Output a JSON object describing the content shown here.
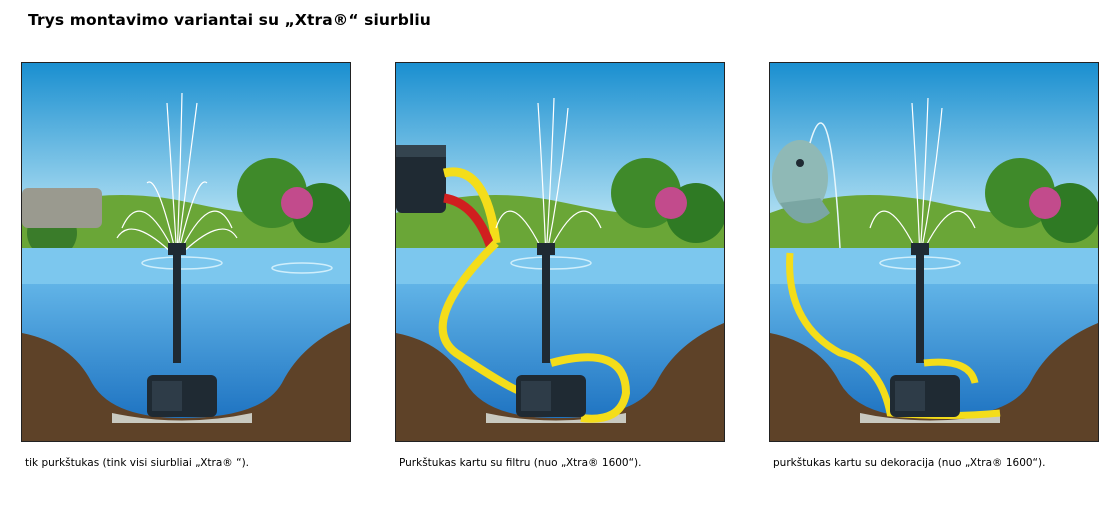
{
  "header": {
    "title": "Trys montavimo variantai su „Xtra®“ siurbliu"
  },
  "panels": [
    {
      "id": "fountain",
      "caption": "tik purkštukas  (tink visi siurbliai „Xtra® “)."
    },
    {
      "id": "filter",
      "caption": "Purkštukas kartu su filtru (nuo „Xtra® 1600“)."
    },
    {
      "id": "decoration",
      "caption": "purkštukas kartu su dekoracija (nuo „Xtra® 1600“)."
    }
  ],
  "colors": {
    "sky_top": "#1a8fd0",
    "sky_bottom": "#bfe6f7",
    "water": "#4fa9e3",
    "water_deep": "#1f74c2",
    "soil": "#5e4228",
    "hose": "#f4dd1a",
    "pump": "#1f2a33",
    "filter_hose_red": "#d01f1f",
    "fish": "#8fb9b6"
  },
  "icons": [
    "pump-icon",
    "fountain-spray-icon",
    "filter-box-icon",
    "fish-statue-icon"
  ]
}
